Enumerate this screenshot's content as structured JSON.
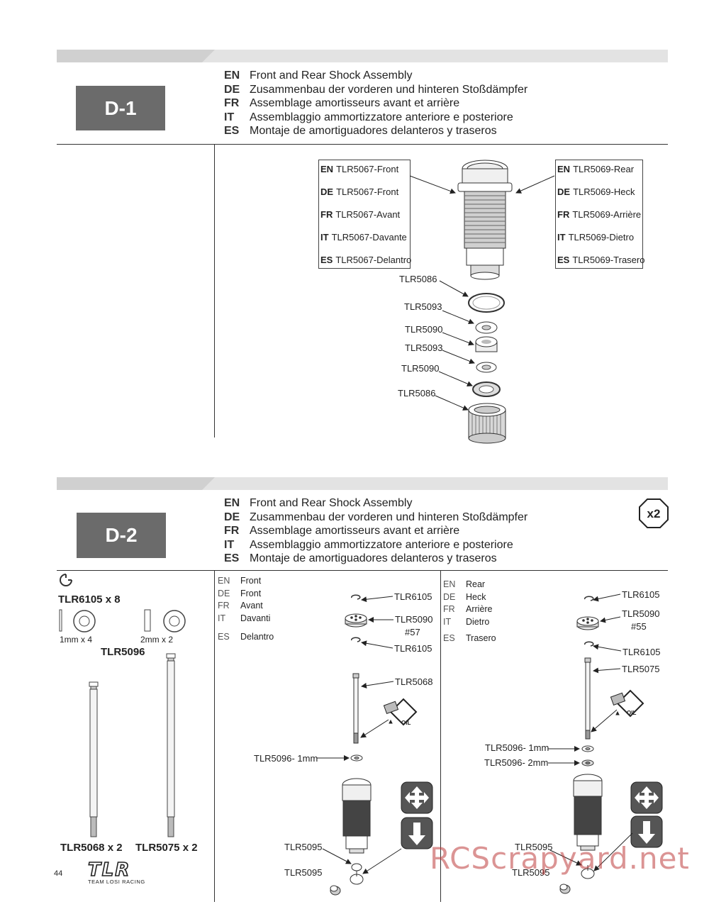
{
  "step1": {
    "id": "D-1",
    "titles": [
      {
        "lang": "EN",
        "text": "Front and Rear Shock Assembly"
      },
      {
        "lang": "DE",
        "text": "Zusammenbau der vorderen und hinteren Stoßdämpfer"
      },
      {
        "lang": "FR",
        "text": "Assemblage amortisseurs avant et arrière"
      },
      {
        "lang": "IT",
        "text": "Assemblaggio ammortizzatore anteriore e posteriore"
      },
      {
        "lang": "ES",
        "text": "Montaje de amortiguadores delanteros y traseros"
      }
    ],
    "front_box": [
      {
        "lang": "EN",
        "text": "TLR5067-Front"
      },
      {
        "lang": "DE",
        "text": "TLR5067-Front"
      },
      {
        "lang": "FR",
        "text": "TLR5067-Avant"
      },
      {
        "lang": "IT",
        "text": "TLR5067-Davante"
      },
      {
        "lang": "ES",
        "text": "TLR5067-Delantro"
      }
    ],
    "rear_box": [
      {
        "lang": "EN",
        "text": "TLR5069-Rear"
      },
      {
        "lang": "DE",
        "text": "TLR5069-Heck"
      },
      {
        "lang": "FR",
        "text": "TLR5069-Arrière"
      },
      {
        "lang": "IT",
        "text": "TLR5069-Dietro"
      },
      {
        "lang": "ES",
        "text": "TLR5069-Trasero"
      }
    ],
    "parts": [
      "TLR5086",
      "TLR5093",
      "TLR5090",
      "TLR5093",
      "TLR5090",
      "TLR5086"
    ]
  },
  "step2": {
    "id": "D-2",
    "titles": [
      {
        "lang": "EN",
        "text": "Front and Rear Shock Assembly"
      },
      {
        "lang": "DE",
        "text": "Zusammenbau der vorderen und hinteren Stoßdämpfer"
      },
      {
        "lang": "FR",
        "text": "Assemblage amortisseurs avant et arrière"
      },
      {
        "lang": "IT",
        "text": "Assemblaggio ammortizzatore anteriore e posteriore"
      },
      {
        "lang": "ES",
        "text": "Montaje de amortiguadores delanteros y traseros"
      }
    ],
    "quantity": "x2",
    "parts_list": {
      "clip": "TLR6105 x 8",
      "washer_1mm": "1mm x 4",
      "washer_2mm": "2mm x 2",
      "washer_part": "TLR5096",
      "shaft_front": "TLR5068 x 2",
      "shaft_rear": "TLR5075 x 2"
    },
    "front": {
      "langs": [
        {
          "lang": "EN",
          "text": "Front"
        },
        {
          "lang": "DE",
          "text": "Front"
        },
        {
          "lang": "FR",
          "text": "Avant"
        },
        {
          "lang": "IT",
          "text": "Davanti"
        },
        {
          "lang": "ES",
          "text": "Delantro"
        }
      ],
      "clip_top": "TLR6105",
      "piston": "TLR5090",
      "piston_no": "#57",
      "clip_bottom": "TLR6105",
      "shaft": "TLR5068",
      "washer": "TLR5096- 1mm",
      "end_a": "TLR5095",
      "end_b": "TLR5095"
    },
    "rear": {
      "langs": [
        {
          "lang": "EN",
          "text": "Rear"
        },
        {
          "lang": "DE",
          "text": "Heck"
        },
        {
          "lang": "FR",
          "text": "Arrière"
        },
        {
          "lang": "IT",
          "text": "Dietro"
        },
        {
          "lang": "ES",
          "text": "Trasero"
        }
      ],
      "clip_top": "TLR6105",
      "piston": "TLR5090",
      "piston_no": "#55",
      "clip_bottom": "TLR6105",
      "shaft": "TLR5075",
      "washer_a": "TLR5096- 1mm",
      "washer_b": "TLR5096- 2mm",
      "end_a": "TLR5095",
      "end_b": "TLR5095"
    },
    "oil_label": "OIL"
  },
  "page_number": "44",
  "logo": {
    "mark": "TLR",
    "tagline": "TEAM LOSI RACING"
  },
  "watermark": "RCScrapyard.net"
}
